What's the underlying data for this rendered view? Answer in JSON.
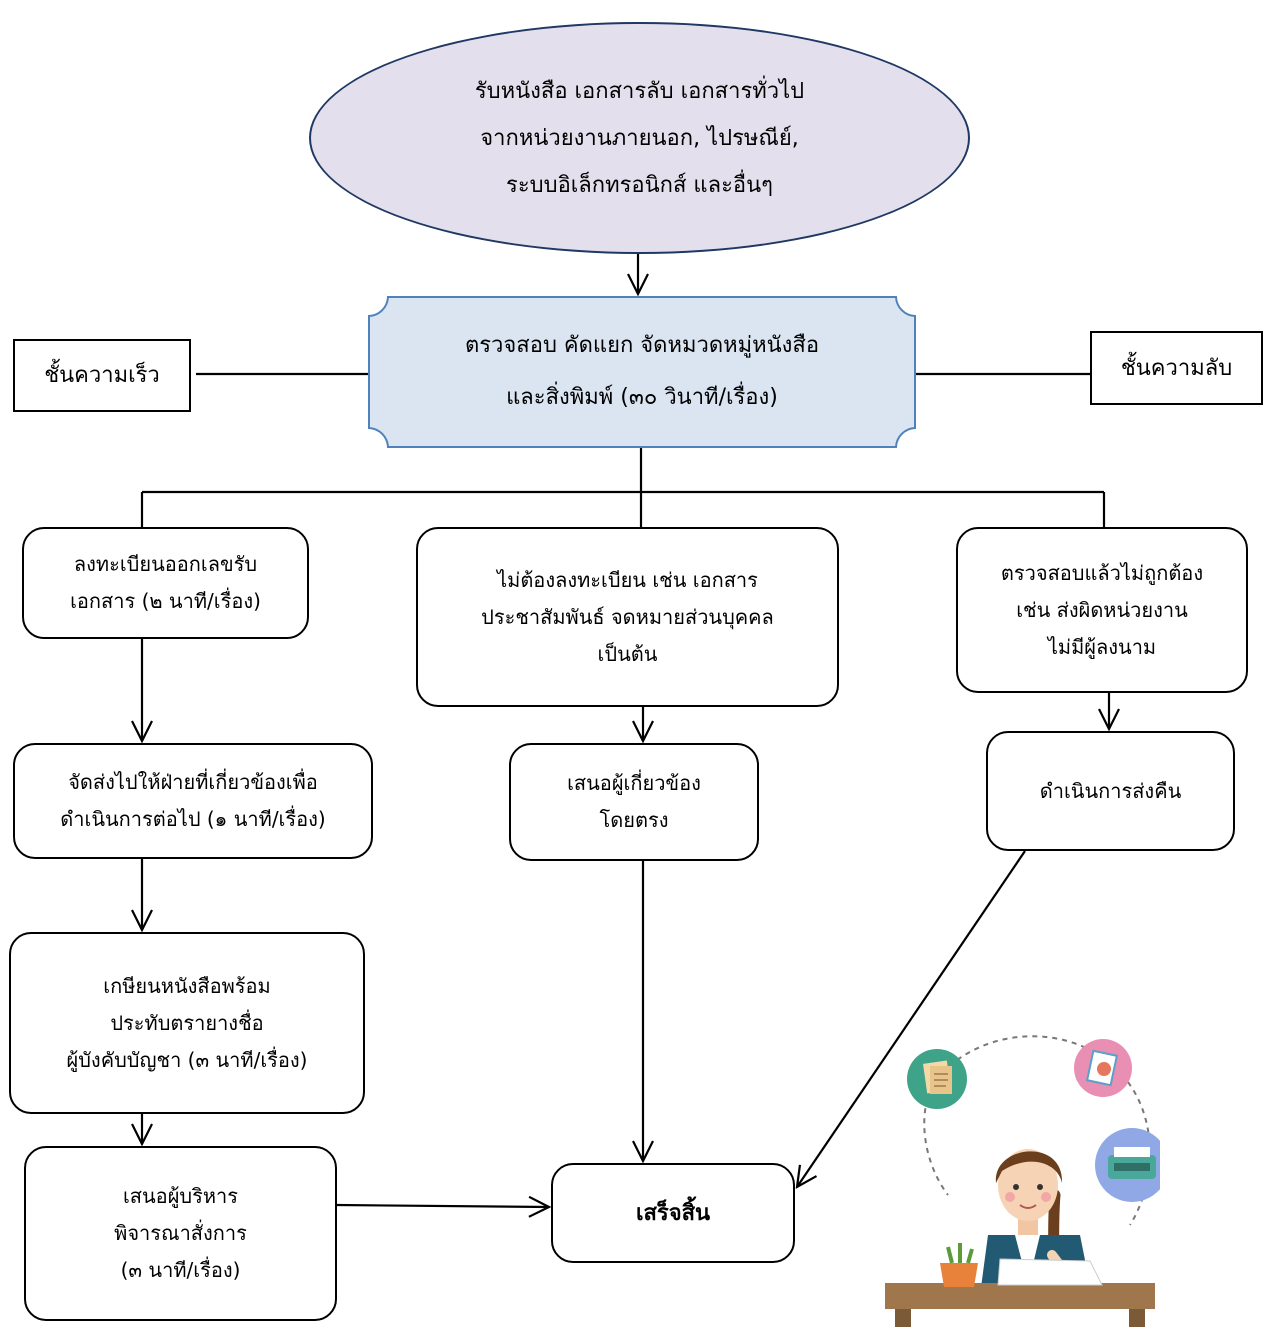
{
  "start": "รับหนังสือ เอกสารลับ เอกสารทั่วไป\nจากหน่วยงานภายนอก, ไปรษณีย์,\nระบบอิเล็กทรอนิกส์ และอื่นๆ",
  "check": "ตรวจสอบ คัดแยก จัดหมวดหมู่หนังสือ\nและสิ่งพิมพ์ (๓๐ วินาที/เรื่อง)",
  "urgency": "ชั้นความเร็ว",
  "secrecy": "ชั้นความลับ",
  "left": {
    "register": "ลงทะเบียนออกเลขรับ\nเอกสาร (๒ นาที/เรื่อง)",
    "forward": "จัดส่งไปให้ฝ่ายที่เกี่ยวข้องเพื่อ\nดำเนินการต่อไป (๑ นาที/เรื่อง)",
    "annotate": "เกษียนหนังสือพร้อม\nประทับตรายางชื่อ\nผู้บังคับบัญชา (๓ นาที/เรื่อง)",
    "propose": "เสนอผู้บริหาร\nพิจารณาสั่งการ\n(๓ นาที/เรื่อง)"
  },
  "middle": {
    "no_register": "ไม่ต้องลงทะเบียน เช่น เอกสาร\nประชาสัมพันธ์ จดหมายส่วนบุคคล\nเป็นต้น",
    "direct": "เสนอผู้เกี่ยวข้อง\nโดยตรง"
  },
  "right": {
    "incorrect": "ตรวจสอบแล้วไม่ถูกต้อง\nเช่น ส่งผิดหน่วยงาน\nไม่มีผู้ลงนาม",
    "return": "ดำเนินการส่งคืน"
  },
  "end": "เสร็จสิ้น",
  "colors": {
    "oval_fill": "#e4dfec",
    "main_fill": "#dbe5f1",
    "main_border": "#4f81bd"
  }
}
